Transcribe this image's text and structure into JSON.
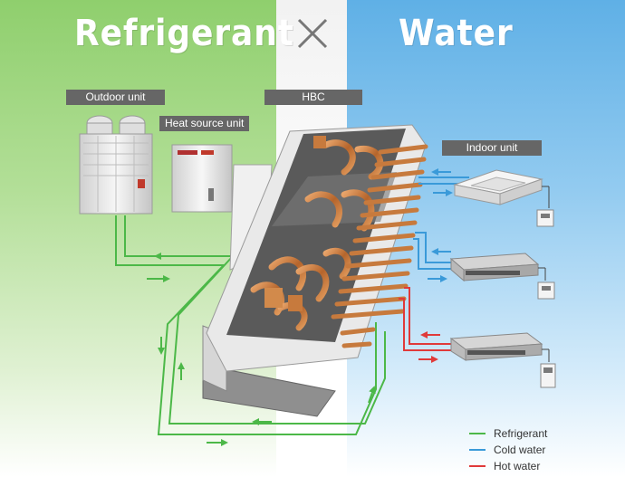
{
  "titles": {
    "left": "Refrigerant",
    "right": "Water"
  },
  "labels": {
    "outdoor_unit": "Outdoor unit",
    "heat_source_unit": "Heat source unit",
    "hbc": "HBC",
    "indoor_unit": "Indoor unit"
  },
  "legend": [
    {
      "label": "Refrigerant",
      "color": "#4cb848"
    },
    {
      "label": "Cold water",
      "color": "#3a9ad9"
    },
    {
      "label": "Hot water",
      "color": "#e03a3a"
    }
  ],
  "colors": {
    "refrigerant": "#4cb848",
    "cold_water": "#3a9ad9",
    "hot_water": "#e03a3a",
    "copper": "#c77a3d"
  },
  "icons": [
    "times-icon"
  ]
}
